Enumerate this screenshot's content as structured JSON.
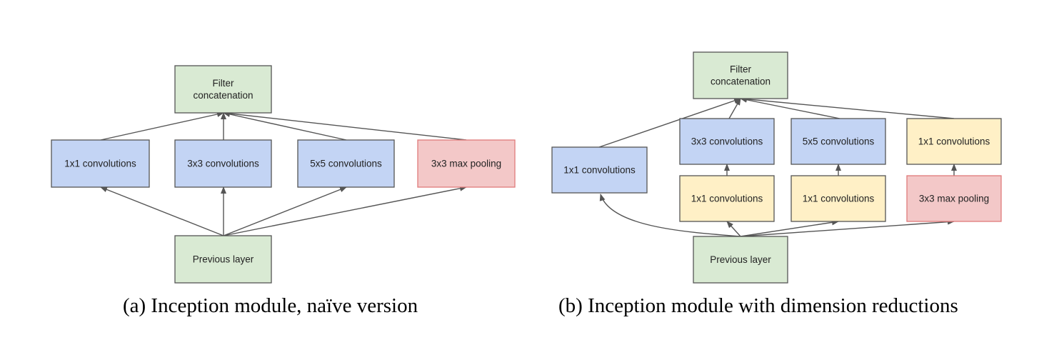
{
  "colors": {
    "green_fill": "#d9ead3",
    "blue_fill": "#c3d4f4",
    "yellow_fill": "#fff0c6",
    "red_fill": "#f3c8c8",
    "red_border": "#e07b7b",
    "border": "#555555",
    "arrow": "#555555"
  },
  "diagram_a": {
    "caption": "(a) Inception module, naïve version",
    "nodes": {
      "concat": [
        "Filter",
        "concatenation"
      ],
      "conv1": [
        "1x1 convolutions"
      ],
      "conv3": [
        "3x3 convolutions"
      ],
      "conv5": [
        "5x5 convolutions"
      ],
      "pool": [
        "3x3 max pooling"
      ],
      "prev": [
        "Previous layer"
      ]
    }
  },
  "diagram_b": {
    "caption": "(b) Inception module with dimension reductions",
    "nodes": {
      "concat": [
        "Filter",
        "concatenation"
      ],
      "conv1": [
        "1x1 convolutions"
      ],
      "conv3": [
        "3x3 convolutions"
      ],
      "conv5": [
        "5x5 convolutions"
      ],
      "poolproj": [
        "1x1 convolutions"
      ],
      "reduce3": [
        "1x1 convolutions"
      ],
      "reduce5": [
        "1x1 convolutions"
      ],
      "pool": [
        "3x3 max pooling"
      ],
      "prev": [
        "Previous layer"
      ]
    }
  }
}
